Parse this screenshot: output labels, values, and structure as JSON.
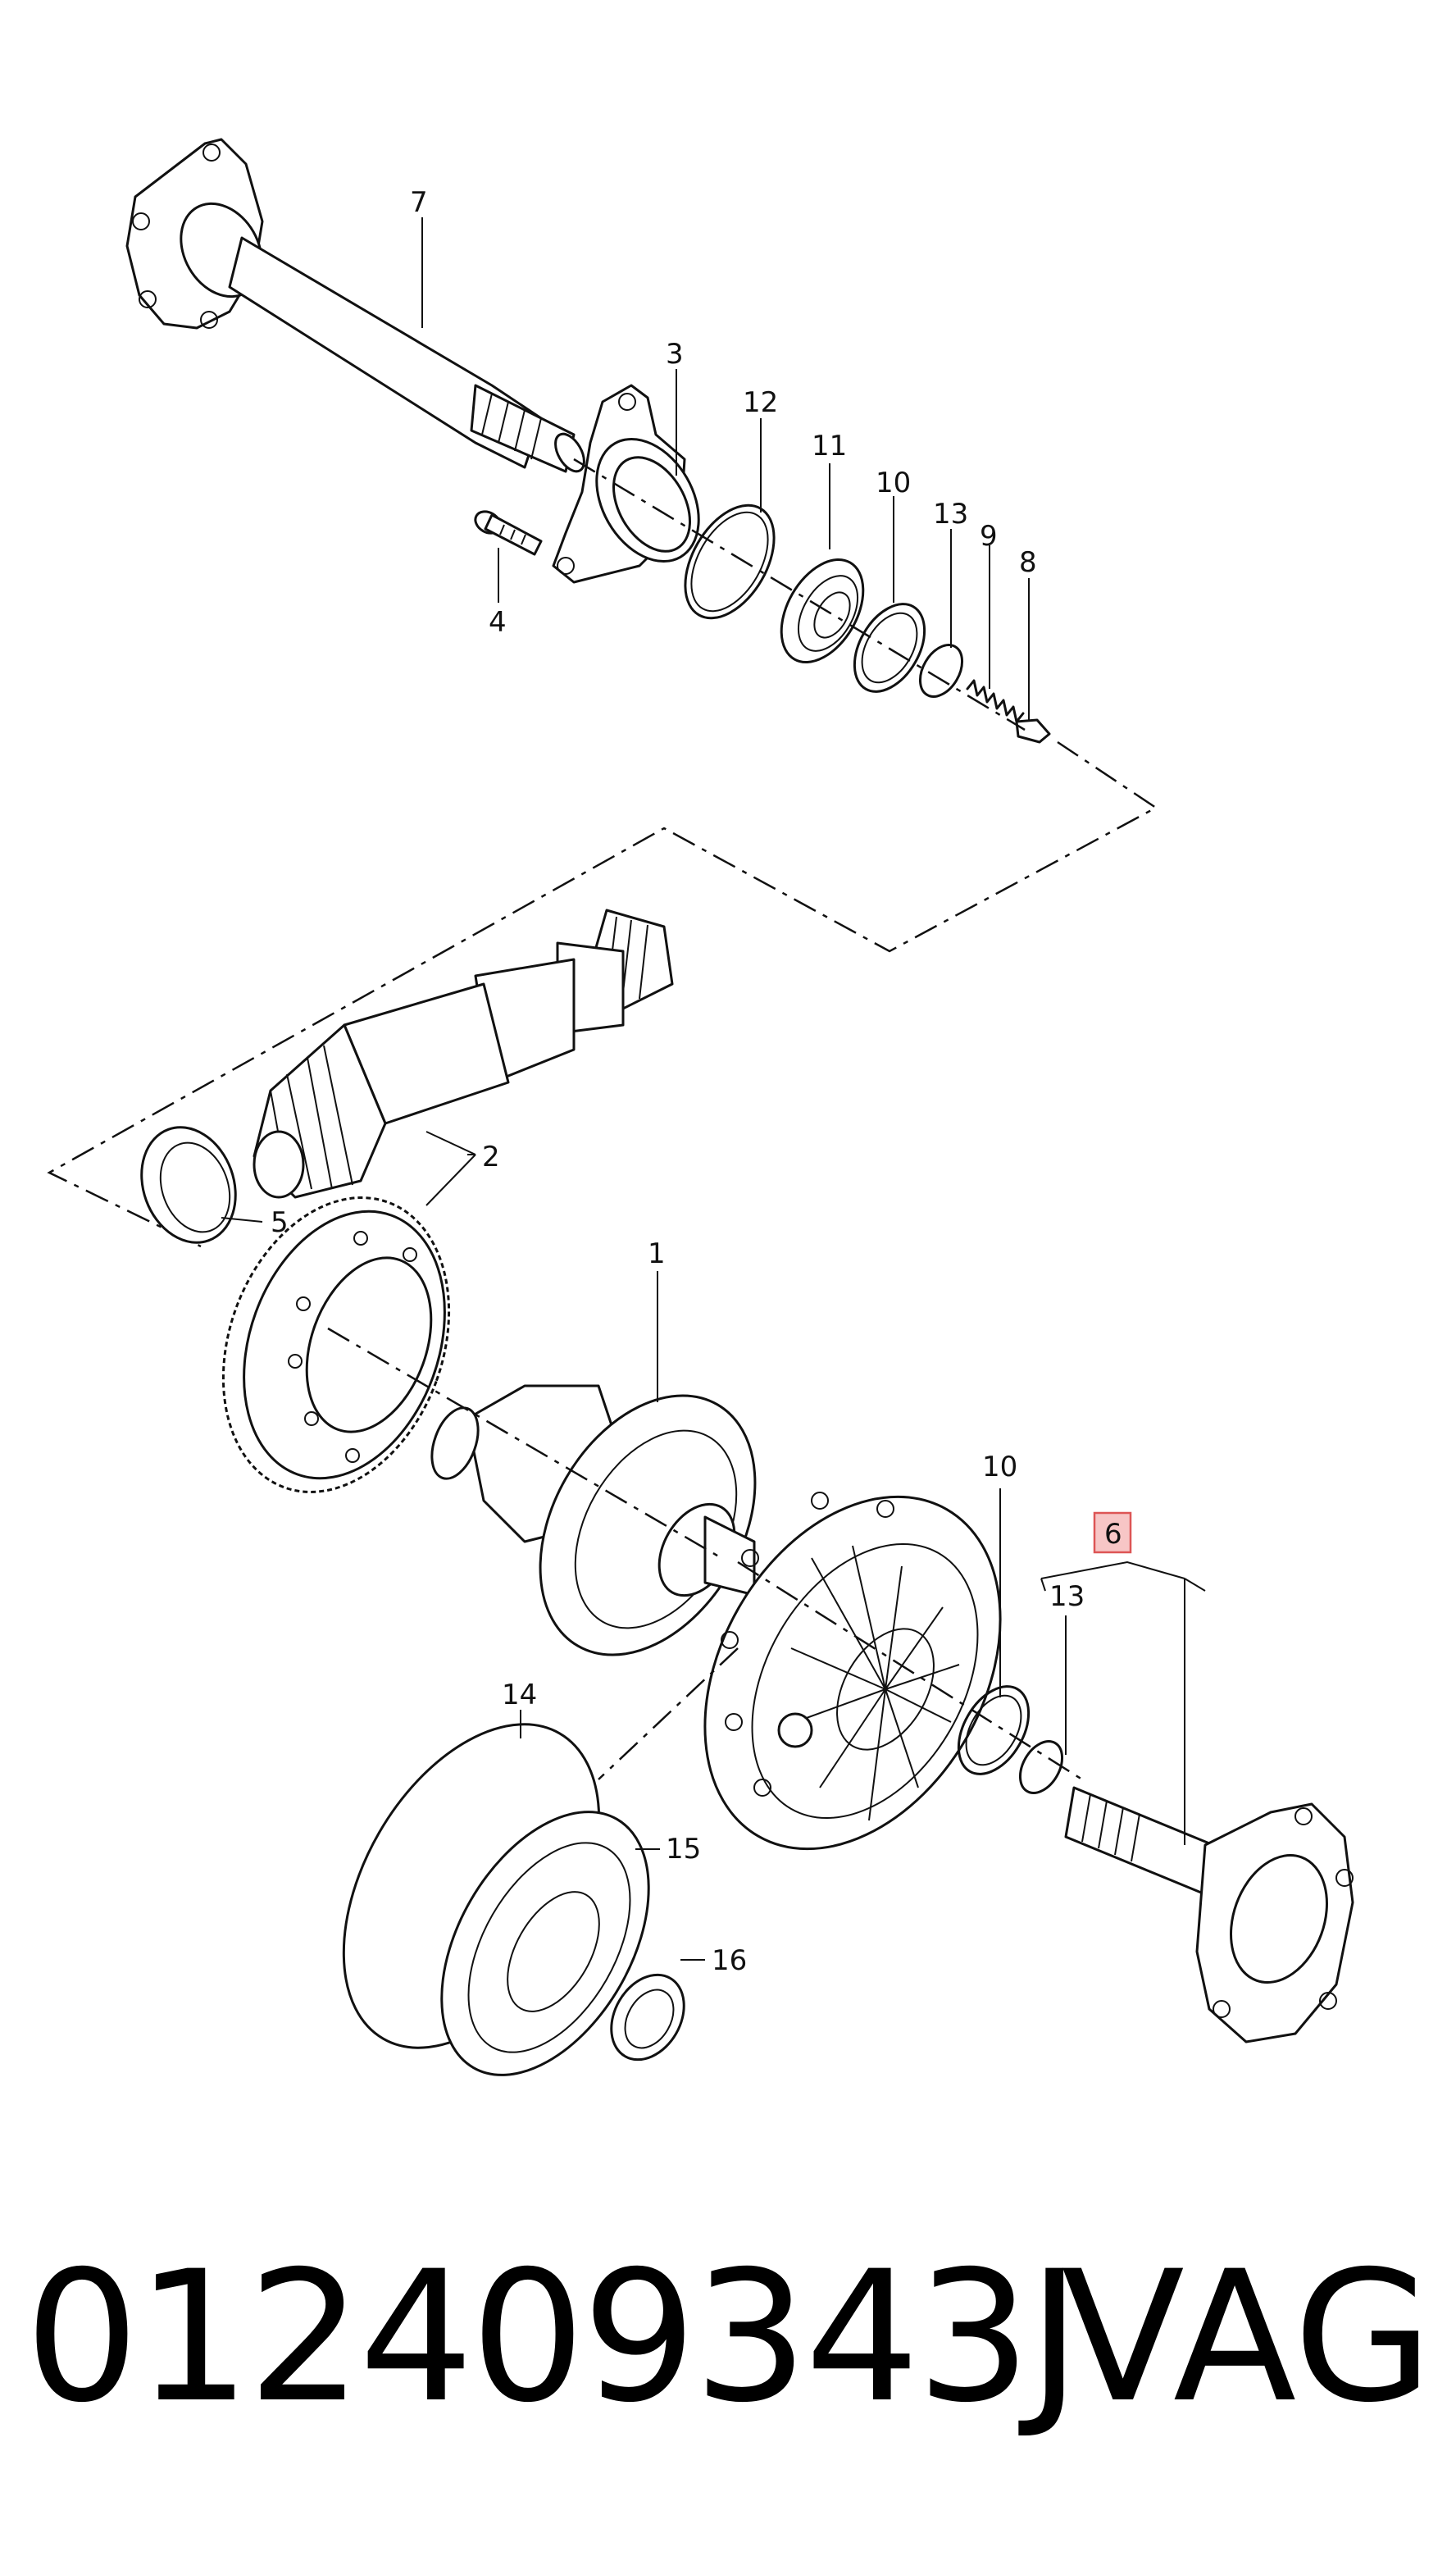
{
  "diagram": {
    "callouts": {
      "c7": "7",
      "c3": "3",
      "c12": "12",
      "c11": "11",
      "c10a": "10",
      "c13a": "13",
      "c9": "9",
      "c8": "8",
      "c4": "4",
      "c2": "2",
      "c5": "5",
      "c1": "1",
      "c10b": "10",
      "c6": "6",
      "c13b": "13",
      "c14": "14",
      "c15": "15",
      "c16": "16"
    },
    "highlight_color": "#f7c6c6"
  },
  "footer": {
    "part_number": "012409343J",
    "brand": "VAG"
  }
}
